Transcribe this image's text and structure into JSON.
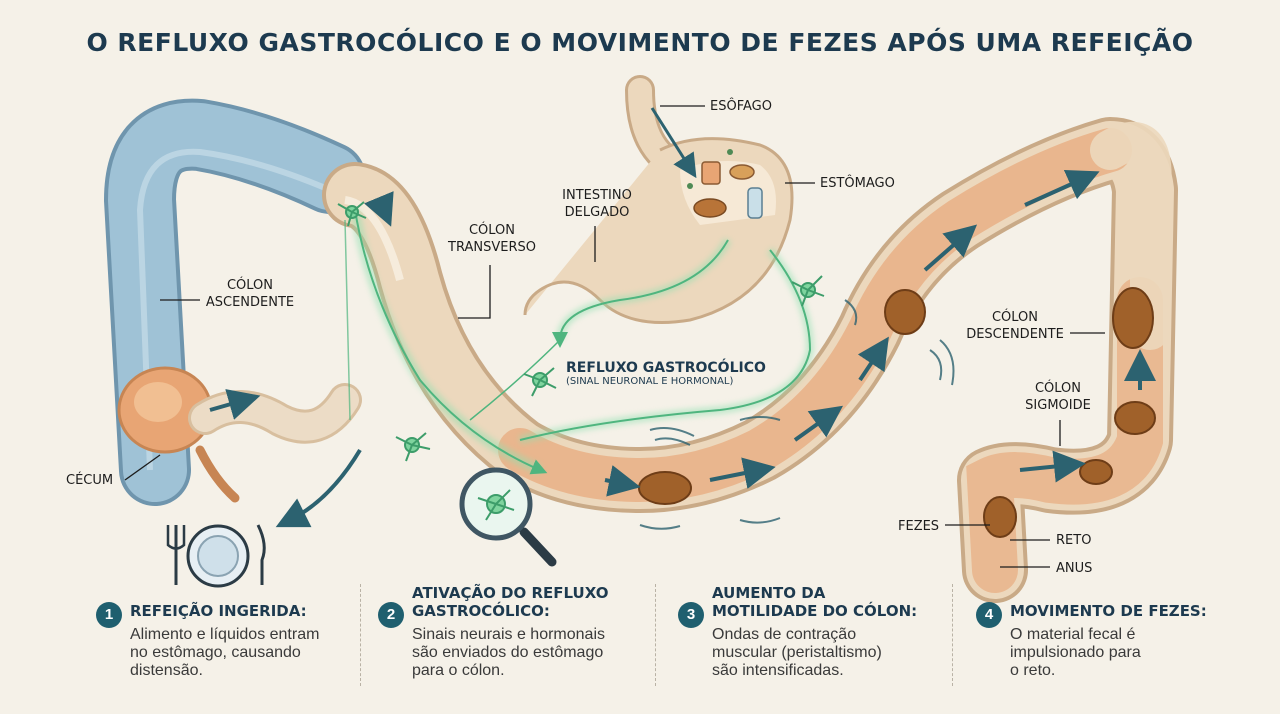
{
  "title": "O REFLUXO GASTROCÓLICO E O MOVIMENTO DE FEZES APÓS UMA REFEIÇÃO",
  "labels": {
    "esofago": "ESÔFAGO",
    "estomago": "ESTÔMAGO",
    "intestino_delgado": [
      "INTESTINO",
      "DELGADO"
    ],
    "colon_transverso": [
      "CÓLON",
      "TRANSVERSO"
    ],
    "colon_ascendente": [
      "CÓLON",
      "ASCENDENTE"
    ],
    "cecum": "CÉCUM",
    "colon_descendente": [
      "CÓLON",
      "DESCENDENTE"
    ],
    "colon_sigmoide": [
      "CÓLON",
      "SIGMOIDE"
    ],
    "fezes": "FEZES",
    "reto": "RETO",
    "anus": "ANUS"
  },
  "signal": {
    "title": "REFLUXO GASTROCÓLICO",
    "subtitle": "(SINAL NEURONAL E HORMONAL)"
  },
  "steps": [
    {
      "number": "1",
      "heading": [
        "REFEIÇÃO INGERIDA:"
      ],
      "body": [
        "Alimento e líquidos entram",
        "no estômago, causando",
        "distensão."
      ]
    },
    {
      "number": "2",
      "heading": [
        "ATIVAÇÃO DO REFLUXO",
        "GASTROCÓLICO:"
      ],
      "body": [
        "Sinais neurais e hormonais",
        "são enviados do estômago",
        "para o cólon."
      ]
    },
    {
      "number": "3",
      "heading": [
        "AUMENTO DA",
        "MOTILIDADE DO CÓLON:"
      ],
      "body": [
        "Ondas de contração",
        "muscular (peristaltismo)",
        "são intensificadas."
      ]
    },
    {
      "number": "4",
      "heading": [
        "MOVIMENTO DE FEZES:"
      ],
      "body": [
        "O material fecal é",
        "impulsionado para",
        "o reto."
      ]
    }
  ],
  "colors": {
    "title": "#1d3a4f",
    "ascending_colon": "#8fb5cc",
    "colon_tissue": "#e9d3b8",
    "colon_active": "#e8a574",
    "signal_green": "#5fc48a",
    "stool": "#a0612a",
    "arrow": "#2c6270",
    "step_badge": "#1f5f6f"
  },
  "icons": [
    "plate-cutlery-icon",
    "magnifier-neuron-icon",
    "neuron-icon",
    "arrow-icon",
    "stool-icon"
  ]
}
